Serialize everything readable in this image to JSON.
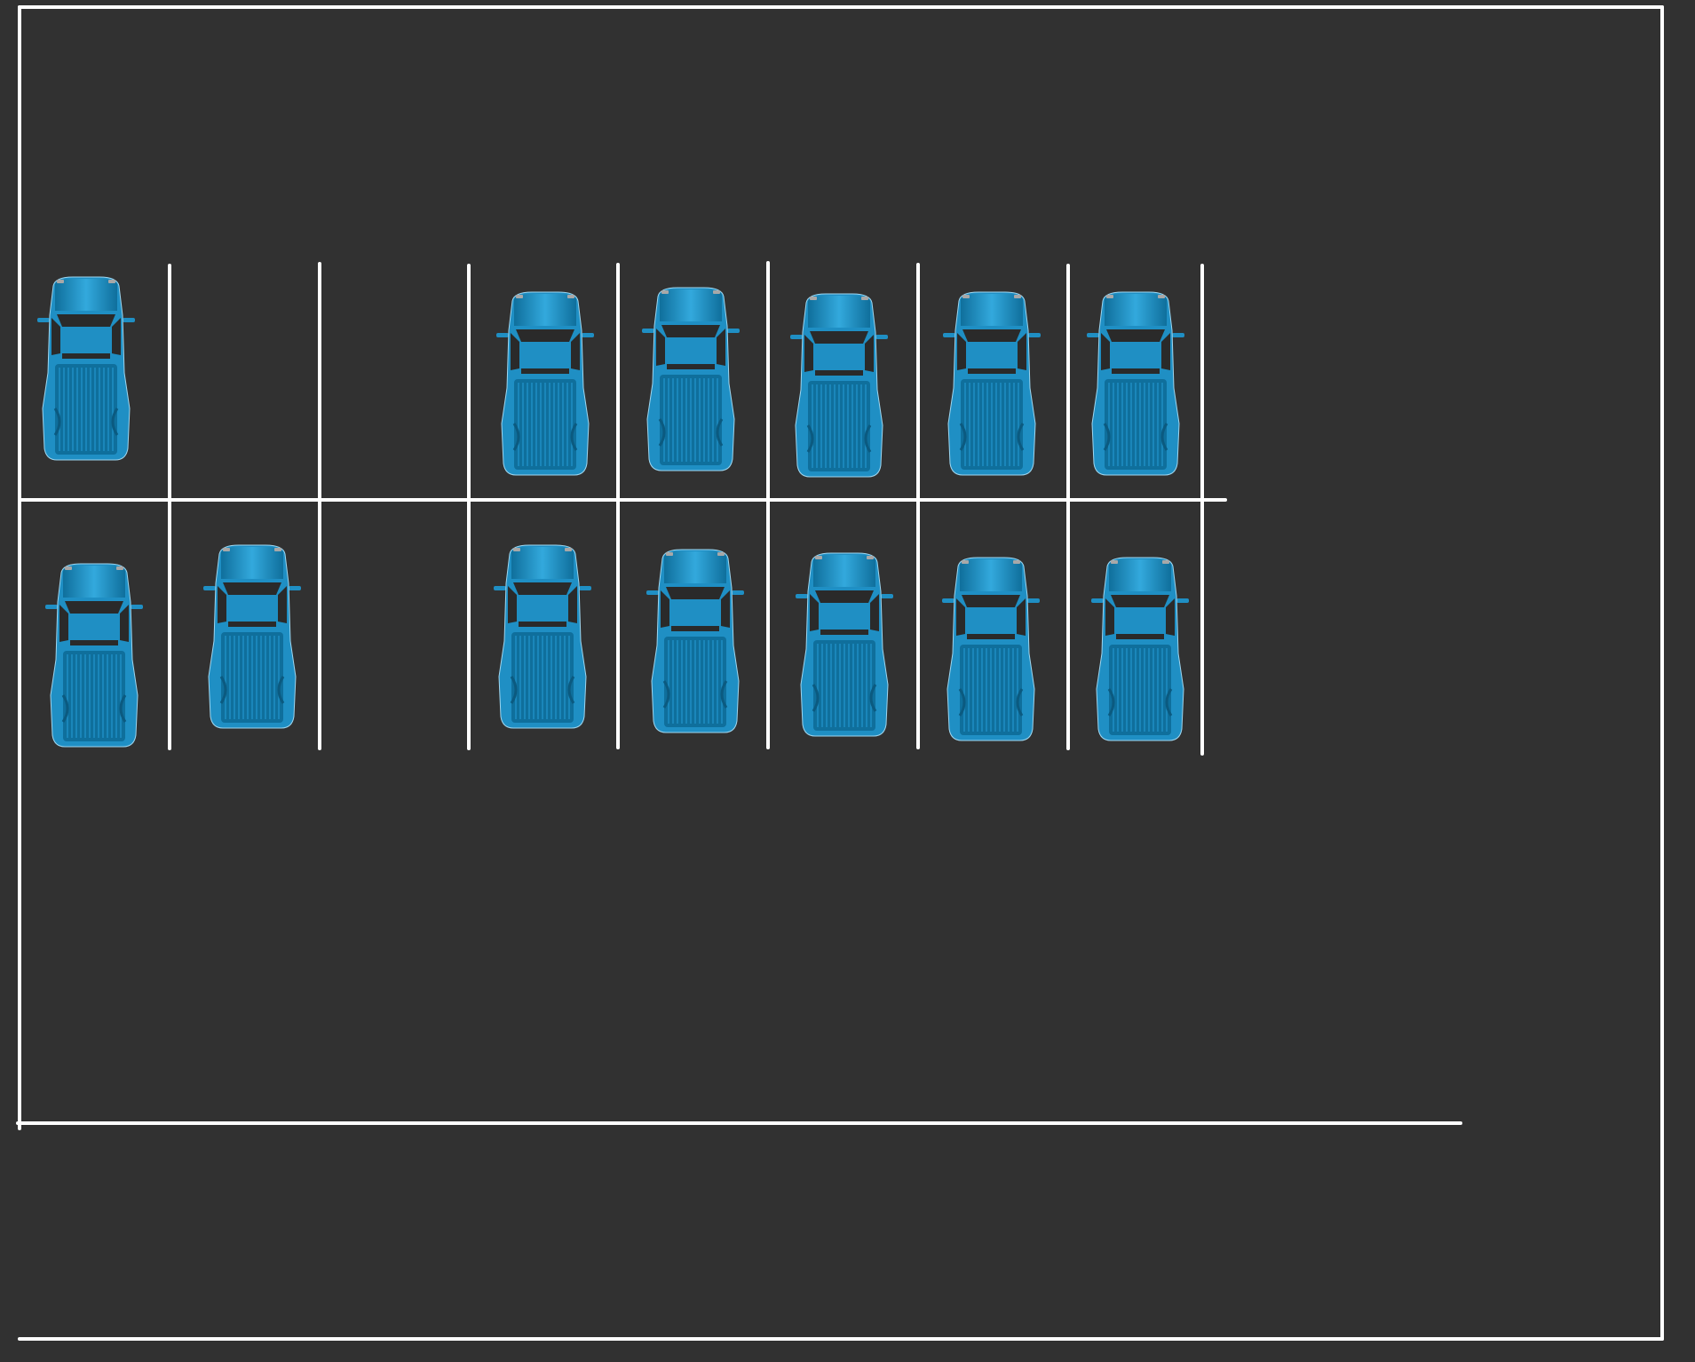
{
  "colors": {
    "background": "#313131",
    "lines": "#ffffff",
    "truck_body": "#1f8fc4",
    "truck_light": "#33a9dd",
    "truck_dark": "#0f6f9c",
    "window": "#2a2a2a"
  },
  "lot": {
    "rows": 2,
    "columns": 8,
    "top_row_occupied": [
      true,
      false,
      false,
      true,
      true,
      true,
      true,
      true
    ],
    "bottom_row_occupied": [
      true,
      true,
      false,
      true,
      true,
      true,
      true,
      true
    ],
    "vehicle_icon": "pickup-truck-icon",
    "vehicle_orientation": "front-up"
  }
}
